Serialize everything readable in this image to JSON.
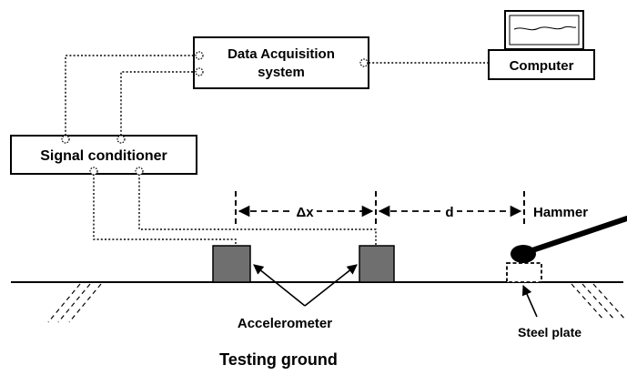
{
  "labels": {
    "daq": [
      "Data Acquisition",
      "system"
    ],
    "computer": "Computer",
    "signal_conditioner": "Signal conditioner",
    "delta_x": "Δx",
    "d": "d",
    "hammer": "Hammer",
    "accelerometer": "Accelerometer",
    "steel_plate": "Steel plate",
    "testing_ground": "Testing ground"
  },
  "colors": {
    "line": "#000000",
    "accelerometer_fill": "#6f6f6f",
    "hammer_fill": "#000000"
  }
}
